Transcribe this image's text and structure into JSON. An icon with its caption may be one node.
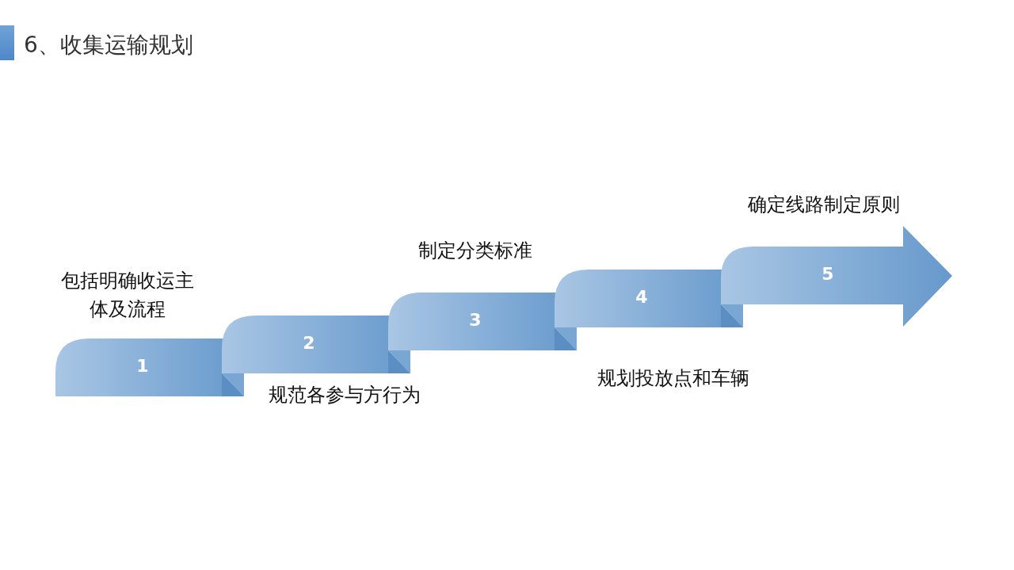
{
  "diagram": {
    "title": "6、收集运输规划",
    "nodes": [
      {
        "text": [
          "1"
        ],
        "beside": [
          "包括明确收运主体及流程"
        ]
      },
      {
        "text": [
          "2"
        ],
        "beside": [
          "规范各参与方行为"
        ]
      },
      {
        "text": [
          "3"
        ],
        "beside": [
          "制定分类标准"
        ]
      },
      {
        "text": [
          "4"
        ],
        "beside": [
          "规划投放点和车辆"
        ]
      },
      {
        "text": [
          "5"
        ],
        "beside": [
          "确定线路制定原则"
        ]
      }
    ]
  }
}
